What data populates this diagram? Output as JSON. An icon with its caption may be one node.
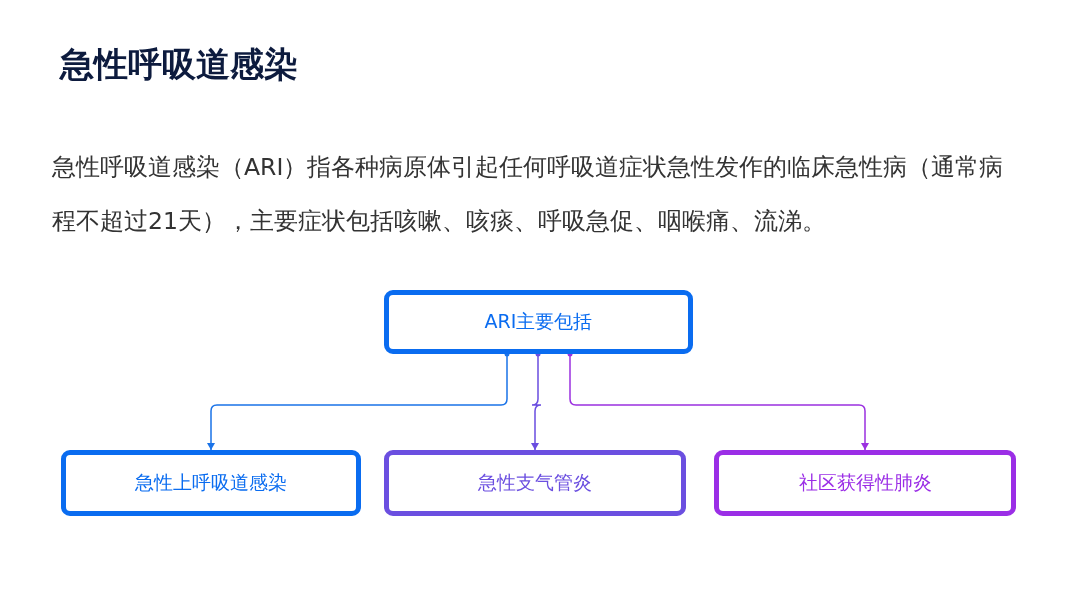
{
  "diagram": {
    "title": "急性呼吸道感染",
    "nodes": [
      {
        "text": [
          "ARI主要包括"
        ]
      },
      {
        "text": [
          "急性上呼吸道感染"
        ]
      },
      {
        "text": [
          "急性支气管炎"
        ]
      },
      {
        "text": [
          "社区获得性肺炎"
        ]
      }
    ],
    "edges": [
      {
        "from": 0,
        "to": 1,
        "arrow": "to",
        "color": "#1a73e8"
      },
      {
        "from": 0,
        "to": 2,
        "arrow": "to",
        "color": "#6a4de0"
      },
      {
        "from": 0,
        "to": 3,
        "arrow": "to",
        "color": "#9b30e0"
      }
    ],
    "labels": [
      "急性呼吸道感染（ARI）指各种病原体引起任何呼吸道症状急性发作的临床急性病（通常病程不超过21天），主要症状包括咳嗽、咳痰、呼吸急促、咽喉痛、流涕。"
    ]
  }
}
